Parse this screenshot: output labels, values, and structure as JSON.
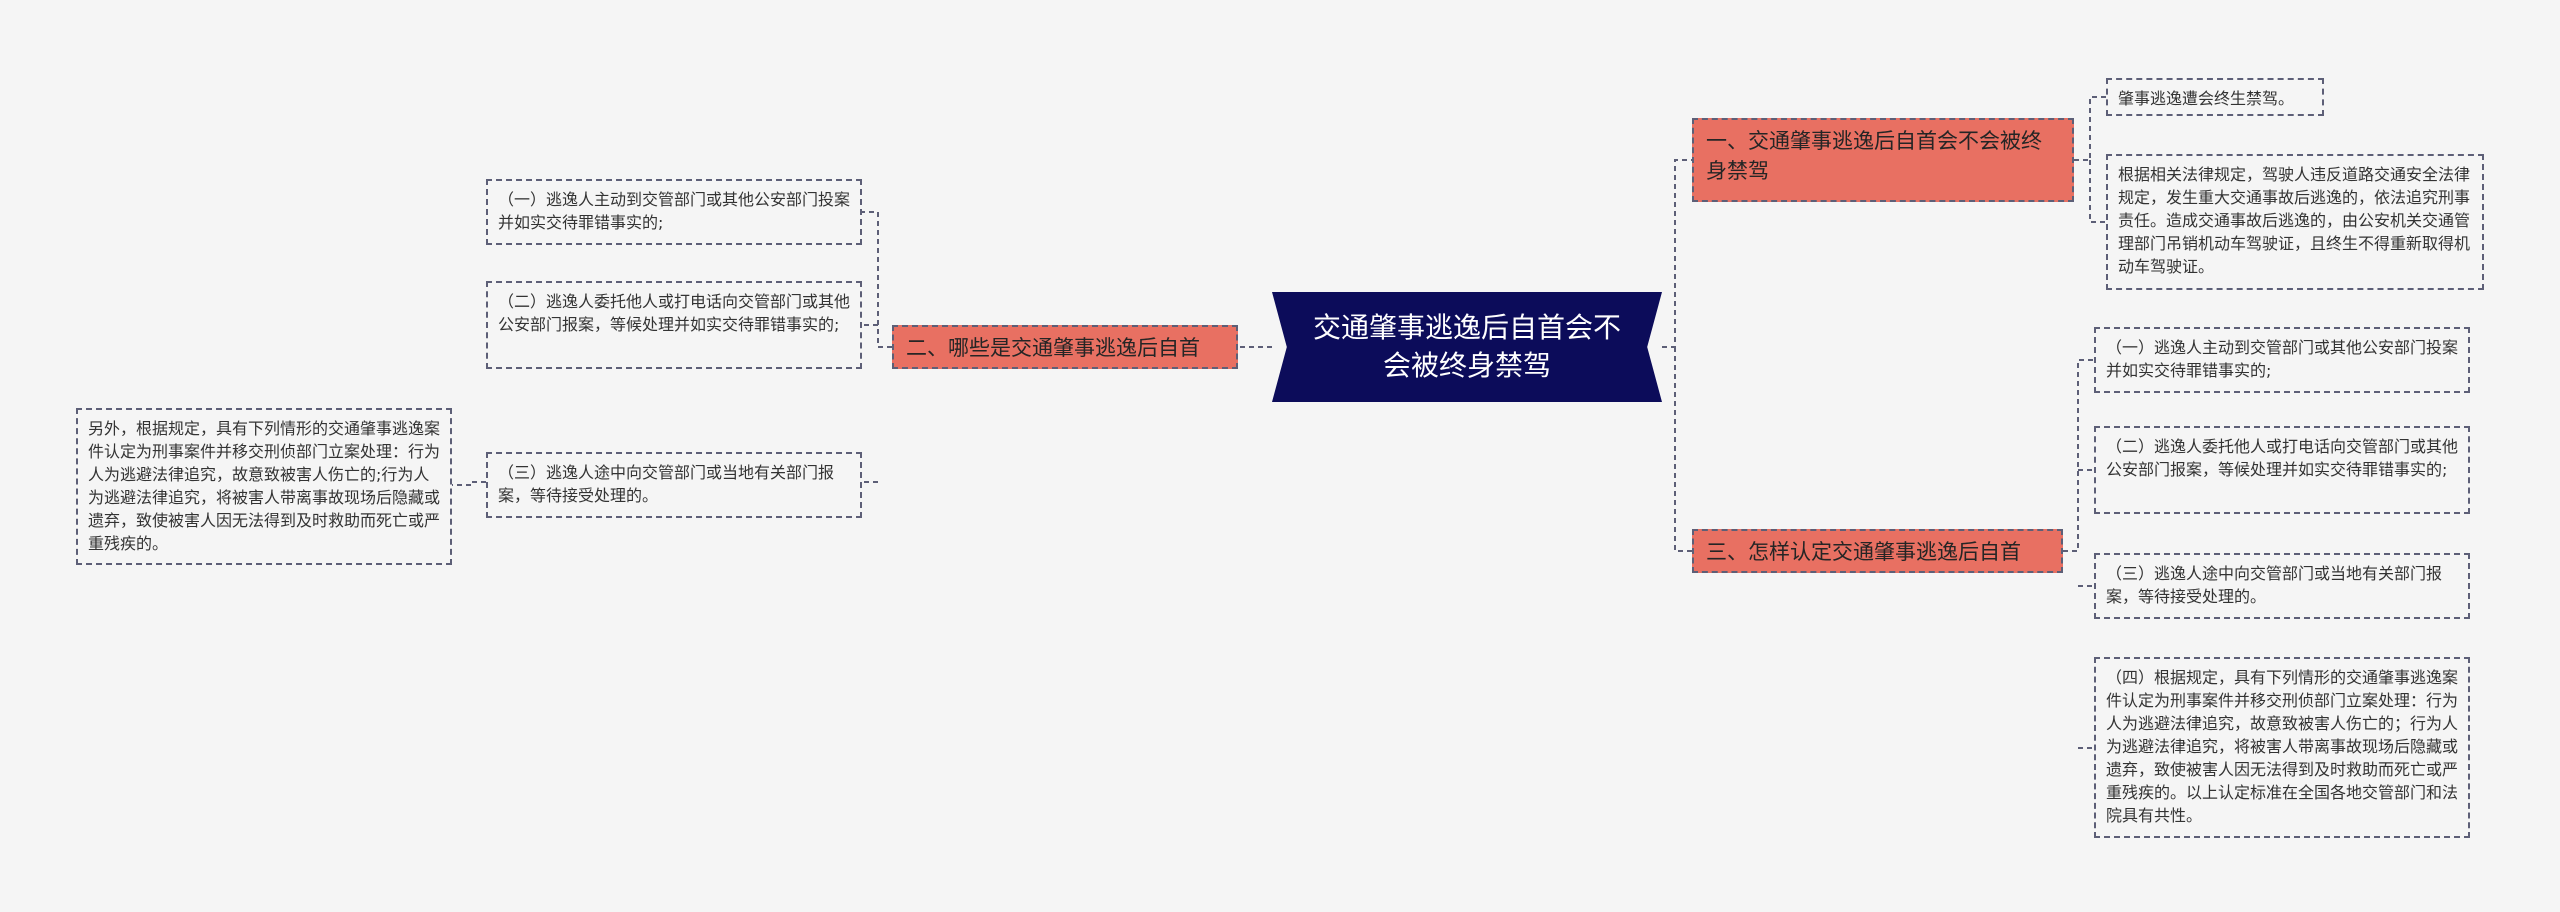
{
  "title": "交通肇事逃逸后自首会不会被终身禁驾",
  "branches": {
    "one": "一、交通肇事逃逸后自首会不会被终身禁驾",
    "two": "二、哪些是交通肇事逃逸后自首",
    "three": "三、怎样认定交通肇事逃逸后自首"
  },
  "leaves": {
    "one_a": "肇事逃逸遭会终生禁驾。",
    "one_b": "根据相关法律规定，驾驶人违反道路交通安全法律规定，发生重大交通事故后逃逸的，依法追究刑事责任。造成交通事故后逃逸的，由公安机关交通管理部门吊销机动车驾驶证，且终生不得重新取得机动车驾驶证。",
    "two_1": "（一）逃逸人主动到交管部门或其他公安部门投案并如实交待罪错事实的;",
    "two_2": "（二）逃逸人委托他人或打电话向交管部门或其他公安部门报案，等候处理并如实交待罪错事实的;",
    "two_3": "（三）逃逸人途中向交管部门或当地有关部门报案，等待接受处理的。",
    "two_3_sub": "另外，根据规定，具有下列情形的交通肇事逃逸案件认定为刑事案件并移交刑侦部门立案处理：行为人为逃避法律追究，故意致被害人伤亡的;行为人为逃避法律追究，将被害人带离事故现场后隐藏或遗弃，致使被害人因无法得到及时救助而死亡或严重残疾的。",
    "three_1": "（一）逃逸人主动到交管部门或其他公安部门投案并如实交待罪错事实的;",
    "three_2": "（二）逃逸人委托他人或打电话向交管部门或其他公安部门报案，等候处理并如实交待罪错事实的;",
    "three_3": "（三）逃逸人途中向交管部门或当地有关部门报案，等待接受处理的。",
    "three_4": "（四）根据规定，具有下列情形的交通肇事逃逸案件认定为刑事案件并移交刑侦部门立案处理：行为人为逃避法律追究，故意致被害人伤亡的；行为人为逃避法律追究，将被害人带离事故现场后隐藏或遗弃，致使被害人因无法得到及时救助而死亡或严重残疾的。以上认定标准在全国各地交管部门和法院具有共性。"
  },
  "colors": {
    "center": "#0c0c5a",
    "branch": "#e87062",
    "line": "#5d5f77",
    "background": "#f5f5f5"
  }
}
